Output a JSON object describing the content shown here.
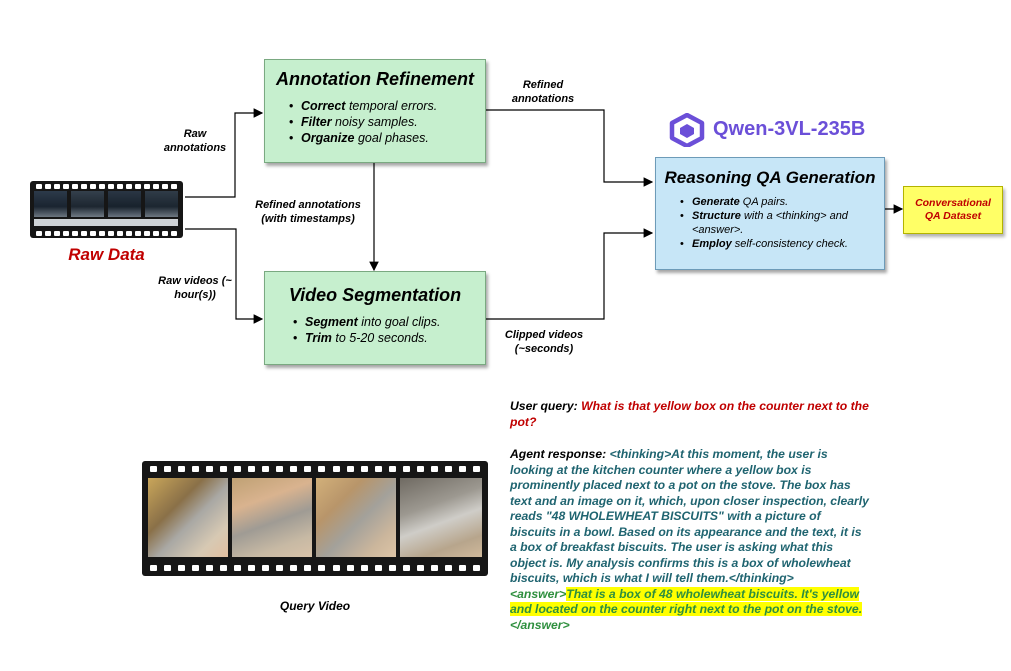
{
  "raw_data": {
    "label": "Raw Data"
  },
  "annotation_refinement": {
    "title": "Annotation Refinement",
    "bullets": [
      {
        "bold": "Correct",
        "rest": " temporal errors."
      },
      {
        "bold": "Filter",
        "rest": " noisy samples."
      },
      {
        "bold": "Organize",
        "rest": " goal phases."
      }
    ]
  },
  "video_segmentation": {
    "title": "Video Segmentation",
    "bullets": [
      {
        "bold": "Segment",
        "rest": " into goal clips."
      },
      {
        "bold": "Trim",
        "rest": " to 5-20 seconds."
      }
    ]
  },
  "reasoning_qa": {
    "title": "Reasoning QA Generation",
    "bullets": [
      {
        "bold": "Generate",
        "rest": " QA pairs."
      },
      {
        "bold": "Structure",
        "rest": " with a <thinking> and <answer>."
      },
      {
        "bold": "Employ",
        "rest": " self-consistency check."
      }
    ]
  },
  "model": {
    "name": "Qwen-3VL-235B",
    "logo_icon": "qwen-logo-icon",
    "color": "#6b4fd8"
  },
  "output": {
    "label": "Conversational QA Dataset",
    "bg": "#ffff66",
    "color": "#c00000"
  },
  "edges": {
    "raw_annotations": "Raw annotations",
    "raw_videos": "Raw videos (~ hour(s))",
    "refined_timestamps": "Refined annotations (with timestamps)",
    "refined_annotations": "Refined annotations",
    "clipped_videos": "Clipped videos (~seconds)"
  },
  "query_video": {
    "caption": "Query Video"
  },
  "chat": {
    "user_label": "User query:",
    "user_query": "What is that yellow box on the counter next to the pot?",
    "agent_label": "Agent response:",
    "thinking": "<thinking>At this moment, the user is looking at the kitchen counter where a yellow box is prominently placed next to a pot on the stove. The box has text and an image on it, which, upon closer inspection, clearly reads \"48 WHOLEWHEAT BISCUITS\" with a picture of biscuits in a bowl. Based on its appearance and the text, it is a box of breakfast biscuits. The user is asking what this object is. My analysis confirms this is a box of wholewheat biscuits, which is what I will tell them.</thinking>",
    "answer_open": "<answer>",
    "answer": "That is a box of 48 wholewheat biscuits. It's yellow and located on the counter right next to the pot on the stove.",
    "answer_close": "</answer>",
    "colors": {
      "user_query": "#c00000",
      "thinking": "#1f6470",
      "answer": "#2e8f3e",
      "highlight": "#ffff00"
    }
  }
}
